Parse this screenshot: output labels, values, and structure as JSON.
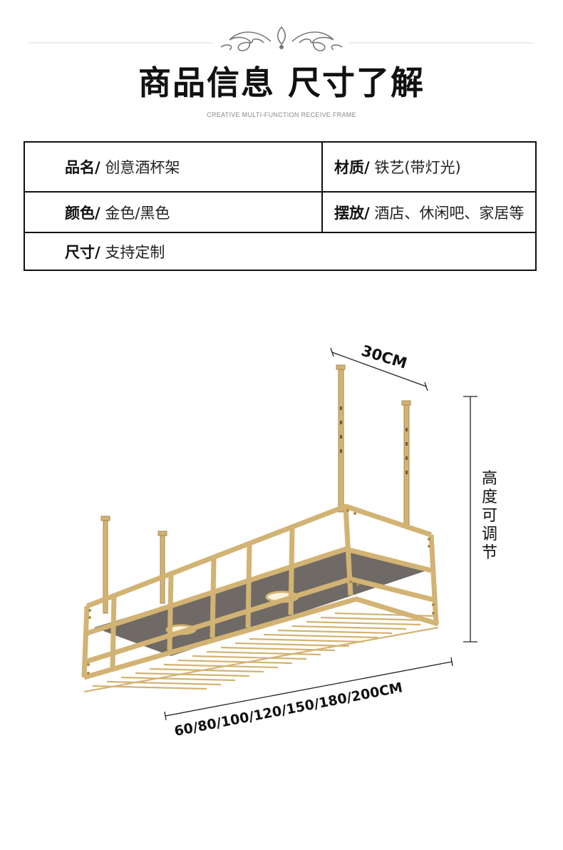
{
  "header": {
    "title": "商品信息 尺寸了解",
    "subtitle": "CREATIVE MULTI-FUNCTION RECEIVE FRAME"
  },
  "specs": {
    "name": {
      "label": "品名/",
      "value": "创意酒杯架"
    },
    "material": {
      "label": "材质/",
      "value": "铁艺(带灯光)"
    },
    "color": {
      "label": "颜色/",
      "value": "金色/黑色"
    },
    "placement": {
      "label": "摆放/",
      "value": "酒店、休闲吧、家居等"
    },
    "size": {
      "label": "尺寸/",
      "value": "支持定制"
    }
  },
  "diagram": {
    "depth": "30CM",
    "height": [
      "高",
      "度",
      "可",
      "调",
      "节"
    ],
    "length": "60/80/100/120/150/180/200CM"
  },
  "colors": {
    "frame_gold": "#d2b373",
    "frame_dark": "#a98a4c",
    "panel": "#6f6a66"
  }
}
